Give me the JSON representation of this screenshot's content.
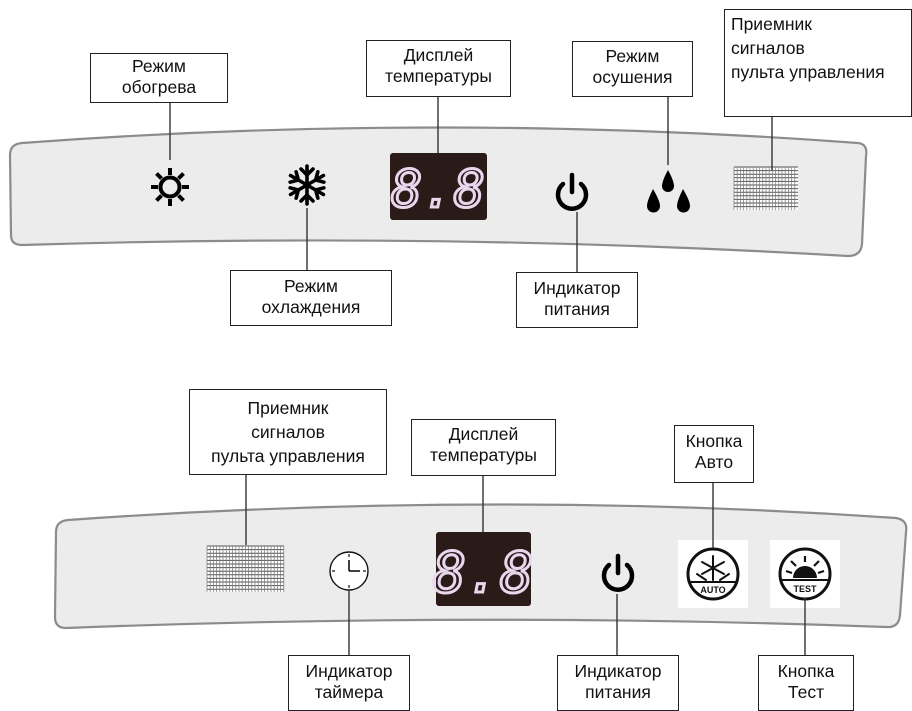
{
  "panel_top": {
    "labels": {
      "heating": [
        "Режим",
        "обогрева"
      ],
      "temp_display": [
        "Дисплей",
        "температуры"
      ],
      "dry": [
        "Режим",
        "осушения"
      ],
      "receiver": [
        "Приемник",
        "сигналов",
        "пульта управления"
      ],
      "cooling": [
        "Режим",
        "охлаждения"
      ],
      "power": [
        "Индикатор",
        "питания"
      ]
    },
    "display_text": "8.8"
  },
  "panel_bottom": {
    "labels": {
      "receiver": [
        "Приемник",
        "сигналов",
        "пульта управления"
      ],
      "temp_display": [
        "Дисплей",
        "температуры"
      ],
      "auto_button": [
        "Кнопка",
        "Авто"
      ],
      "timer": [
        "Индикатор",
        "таймера"
      ],
      "power": [
        "Индикатор",
        "питания"
      ],
      "test_button": [
        "Кнопка",
        "Тест"
      ]
    },
    "display_text": "8.8",
    "auto_icon_text": "AUTO",
    "test_icon_text": "TEST"
  },
  "colors": {
    "panel_fill": "#ececec",
    "panel_stroke": "#8c8c8c",
    "display_bg": "#2a1a18",
    "display_segments": "#e9d7ee",
    "icon": "#000000",
    "receiver_grid": "#555555"
  }
}
